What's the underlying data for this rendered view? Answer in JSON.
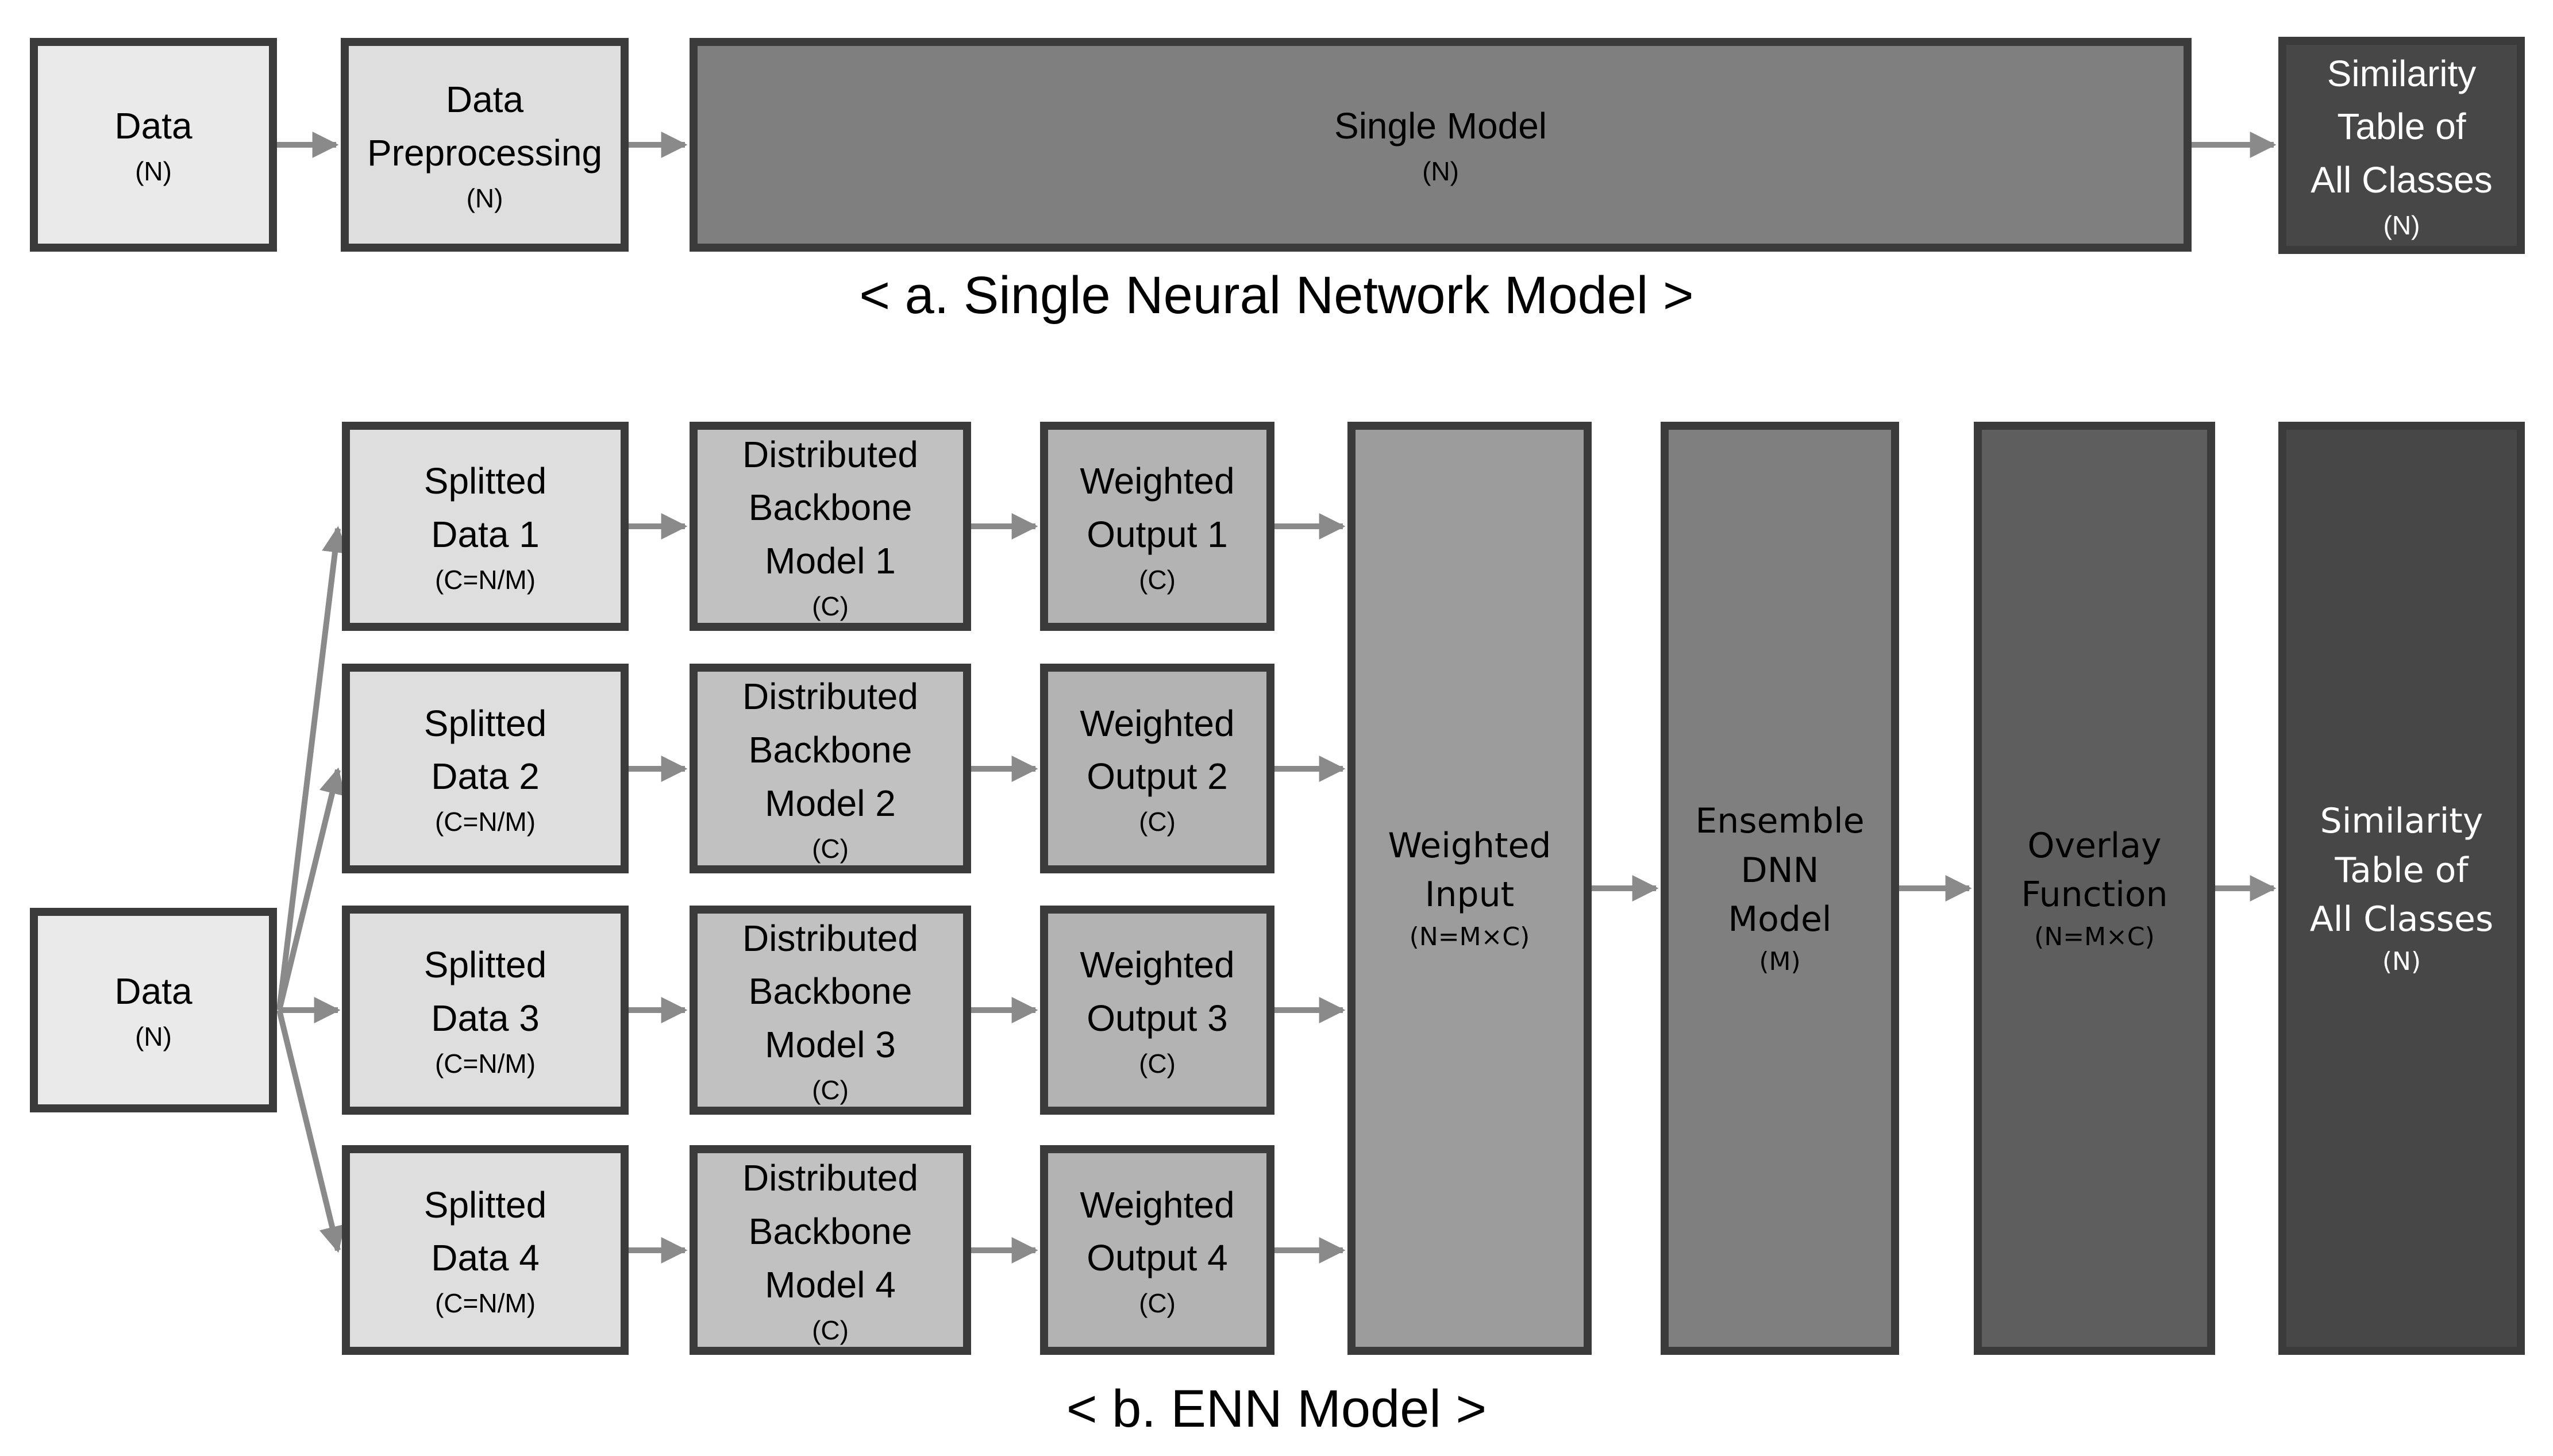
{
  "captions": {
    "a": "< a. Single Neural Network Model >",
    "b": "< b. ENN Model >"
  },
  "colors": {
    "background": "#ffffff",
    "border": "#3b3b3b",
    "arrow": "#8a8a8a",
    "text": "#000000",
    "text_light": "#ffffff",
    "fill_data": "#eaeaea",
    "fill_split": "#dedede",
    "fill_backbone": "#c1c1c1",
    "fill_output": "#b3b3b3",
    "fill_input": "#9c9c9c",
    "fill_ensemble": "#7f7f7f",
    "fill_single": "#7f7f7f",
    "fill_overlay": "#5e5e5e",
    "fill_similarity": "#474747"
  },
  "a": {
    "data": {
      "label": "Data",
      "sub": "(N)"
    },
    "preprocessing": {
      "label": "Data\nPreprocessing",
      "sub": "(N)"
    },
    "single_model": {
      "label": "Single Model",
      "sub": "(N)"
    },
    "similarity": {
      "label": "Similarity\nTable of\nAll Classes",
      "sub": "(N)"
    }
  },
  "b": {
    "data": {
      "label": "Data",
      "sub": "(N)"
    },
    "splitted": [
      {
        "label": "Splitted\nData 1",
        "sub": "(C=N/M)"
      },
      {
        "label": "Splitted\nData 2",
        "sub": "(C=N/M)"
      },
      {
        "label": "Splitted\nData 3",
        "sub": "(C=N/M)"
      },
      {
        "label": "Splitted\nData 4",
        "sub": "(C=N/M)"
      }
    ],
    "backbone": [
      {
        "label": "Distributed\nBackbone\nModel 1",
        "sub": "(C)"
      },
      {
        "label": "Distributed\nBackbone\nModel 2",
        "sub": "(C)"
      },
      {
        "label": "Distributed\nBackbone\nModel 3",
        "sub": "(C)"
      },
      {
        "label": "Distributed\nBackbone\nModel 4",
        "sub": "(C)"
      }
    ],
    "outputs": [
      {
        "label": "Weighted\nOutput 1",
        "sub": "(C)"
      },
      {
        "label": "Weighted\nOutput 2",
        "sub": "(C)"
      },
      {
        "label": "Weighted\nOutput 3",
        "sub": "(C)"
      },
      {
        "label": "Weighted\nOutput 4",
        "sub": "(C)"
      }
    ],
    "weighted_input": {
      "label": "Weighted\nInput",
      "sub": "(N=M×C)"
    },
    "ensemble": {
      "label": "Ensemble\nDNN\nModel",
      "sub": "(M)"
    },
    "overlay": {
      "label": "Overlay\nFunction",
      "sub": "(N=M×C)"
    },
    "similarity": {
      "label": "Similarity\nTable of\nAll Classes",
      "sub": "(N)"
    }
  }
}
